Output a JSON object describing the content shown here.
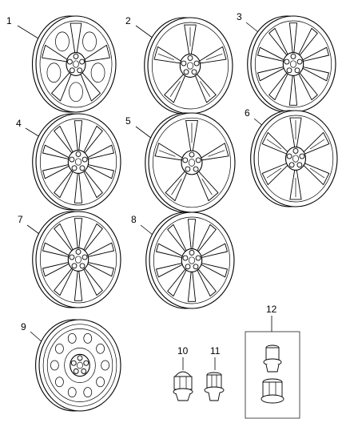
{
  "diagram": {
    "parts": [
      {
        "callout": "1",
        "kind": "wheel",
        "style": "five-petal"
      },
      {
        "callout": "2",
        "kind": "wheel",
        "style": "split-five-spoke"
      },
      {
        "callout": "3",
        "kind": "wheel",
        "style": "ten-spoke"
      },
      {
        "callout": "4",
        "kind": "wheel",
        "style": "twin-star"
      },
      {
        "callout": "5",
        "kind": "wheel",
        "style": "five-y-spoke"
      },
      {
        "callout": "6",
        "kind": "wheel",
        "style": "split-six-spoke"
      },
      {
        "callout": "7",
        "kind": "wheel",
        "style": "mesh-y-spoke"
      },
      {
        "callout": "8",
        "kind": "wheel",
        "style": "five-double-spoke"
      },
      {
        "callout": "9",
        "kind": "wheel",
        "style": "steel-spare"
      },
      {
        "callout": "10",
        "kind": "lug-nut",
        "style": "acorn-nut"
      },
      {
        "callout": "11",
        "kind": "lug-nut",
        "style": "flanged-nut"
      },
      {
        "callout": "12",
        "kind": "lock-kit",
        "style": "lock-nut-and-key"
      }
    ]
  }
}
